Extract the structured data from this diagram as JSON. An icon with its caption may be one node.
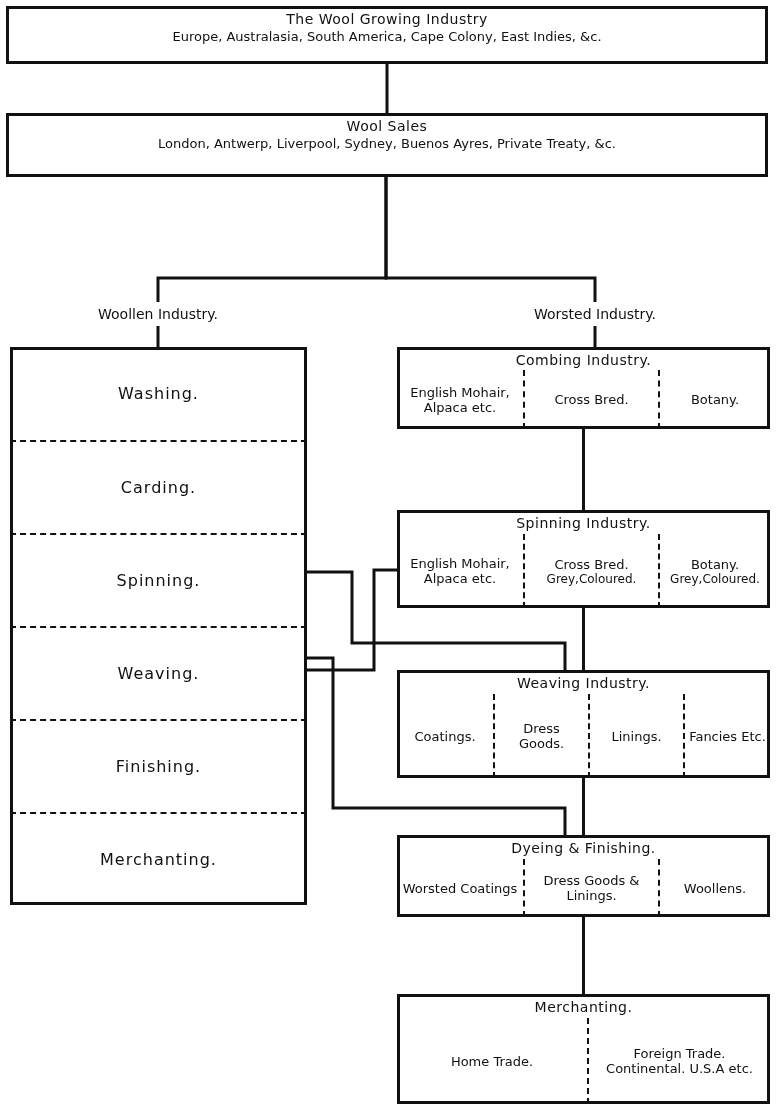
{
  "diagram": {
    "nodes": [
      {
        "text": [
          "The Wool Growing Industry",
          "Europe, Australasia, South America, Cape Colony, East Indies, &c."
        ]
      },
      {
        "text": [
          "Wool Sales",
          "London, Antwerp, Liverpool, Sydney, Buenos Ayres, Private Treaty, &c."
        ]
      },
      {
        "text": [
          "Woollen Industry."
        ]
      },
      {
        "text": [
          "Worsted Industry."
        ]
      },
      {
        "text": [],
        "shape": "box"
      },
      {
        "text": [
          "Washing."
        ],
        "in": 4
      },
      {
        "text": [
          "Carding."
        ],
        "in": 4
      },
      {
        "text": [
          "Spinning."
        ],
        "in": 4
      },
      {
        "text": [
          "Weaving."
        ],
        "in": 4
      },
      {
        "text": [
          "Finishing."
        ],
        "in": 4
      },
      {
        "text": [
          "Merchanting."
        ],
        "in": 4
      },
      {
        "text": [
          "Combing Industry."
        ]
      },
      {
        "text": [
          "English Mohair, Alpaca etc."
        ],
        "in": 11
      },
      {
        "text": [
          "Cross Bred."
        ],
        "in": 11
      },
      {
        "text": [
          "Botany."
        ],
        "in": 11
      },
      {
        "text": [
          "Spinning Industry."
        ]
      },
      {
        "text": [
          "English Mohair, Alpaca etc."
        ],
        "in": 15
      },
      {
        "text": [
          "Cross Bred.",
          "Grey,Coloured."
        ],
        "in": 15
      },
      {
        "text": [
          "Botany.",
          "Grey,Coloured."
        ],
        "in": 15
      },
      {
        "text": [
          "Weaving Industry."
        ]
      },
      {
        "text": [
          "Coatings."
        ],
        "in": 19
      },
      {
        "text": [
          "Dress Goods."
        ],
        "in": 19
      },
      {
        "text": [
          "Linings."
        ],
        "in": 19
      },
      {
        "text": [
          "Fancies Etc."
        ],
        "in": 19
      },
      {
        "text": [
          "Dyeing & Finishing."
        ]
      },
      {
        "text": [
          "Worsted Coatings"
        ],
        "in": 24
      },
      {
        "text": [
          "Dress Goods & Linings."
        ],
        "in": 24
      },
      {
        "text": [
          "Woollens."
        ],
        "in": 24
      },
      {
        "text": [
          "Merchanting."
        ]
      },
      {
        "text": [
          "Home Trade."
        ],
        "in": 28
      },
      {
        "text": [
          "Foreign Trade. Continental. U.S.A etc."
        ],
        "in": 28
      }
    ],
    "edges": [
      {
        "from": 0,
        "to": 1,
        "arrow": "none"
      },
      {
        "from": 1,
        "to": 2,
        "arrow": "none"
      },
      {
        "from": 1,
        "to": 3,
        "arrow": "none"
      },
      {
        "from": 2,
        "to": 4,
        "arrow": "none"
      },
      {
        "from": 3,
        "to": 11,
        "arrow": "none"
      },
      {
        "from": 11,
        "to": 15,
        "arrow": "none"
      },
      {
        "from": 15,
        "to": 19,
        "arrow": "none"
      },
      {
        "from": 19,
        "to": 24,
        "arrow": "none"
      },
      {
        "from": 24,
        "to": 28,
        "arrow": "none"
      },
      {
        "from": 7,
        "to": 19,
        "arrow": "none"
      },
      {
        "from": 15,
        "to": 8,
        "arrow": "none"
      },
      {
        "from": 8,
        "to": 24,
        "arrow": "none"
      }
    ]
  }
}
